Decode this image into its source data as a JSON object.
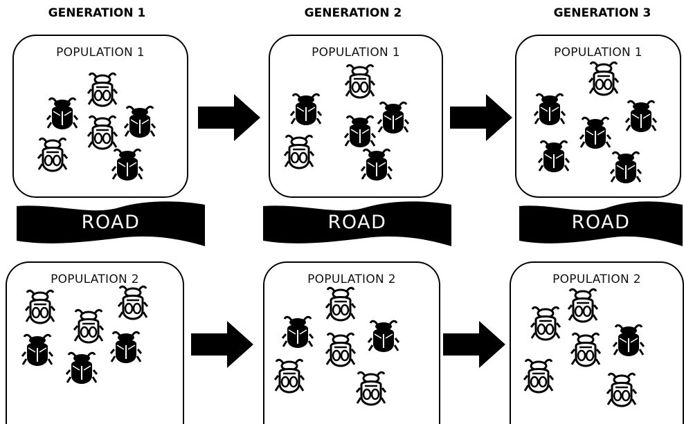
{
  "generations": [
    {
      "title": "GENERATION 1",
      "population_1": {
        "label": "POPULATION 1",
        "beetles": [
          {
            "morph": "dark"
          },
          {
            "morph": "light"
          },
          {
            "morph": "light"
          },
          {
            "morph": "dark"
          },
          {
            "morph": "light"
          },
          {
            "morph": "dark"
          }
        ]
      },
      "road": {
        "label": "ROAD"
      },
      "population_2": {
        "label": "POPULATION 2",
        "beetles": [
          {
            "morph": "light"
          },
          {
            "morph": "light"
          },
          {
            "morph": "light"
          },
          {
            "morph": "dark"
          },
          {
            "morph": "dark"
          },
          {
            "morph": "dark"
          }
        ]
      }
    },
    {
      "title": "GENERATION 2",
      "population_1": {
        "label": "POPULATION 1",
        "beetles": [
          {
            "morph": "light"
          },
          {
            "morph": "dark"
          },
          {
            "morph": "dark"
          },
          {
            "morph": "dark"
          },
          {
            "morph": "light"
          },
          {
            "morph": "dark"
          }
        ]
      },
      "road": {
        "label": "ROAD"
      },
      "population_2": {
        "label": "POPULATION 2",
        "beetles": [
          {
            "morph": "light"
          },
          {
            "morph": "dark"
          },
          {
            "morph": "light"
          },
          {
            "morph": "dark"
          },
          {
            "morph": "light"
          },
          {
            "morph": "light"
          }
        ]
      }
    },
    {
      "title": "GENERATION 3",
      "population_1": {
        "label": "POPULATION 1",
        "beetles": [
          {
            "morph": "light"
          },
          {
            "morph": "dark"
          },
          {
            "morph": "dark"
          },
          {
            "morph": "dark"
          },
          {
            "morph": "dark"
          },
          {
            "morph": "dark"
          }
        ]
      },
      "road": {
        "label": "ROAD"
      },
      "population_2": {
        "label": "POPULATION 2",
        "beetles": [
          {
            "morph": "light"
          },
          {
            "morph": "light"
          },
          {
            "morph": "light"
          },
          {
            "morph": "dark"
          },
          {
            "morph": "light"
          },
          {
            "morph": "light"
          }
        ]
      }
    }
  ],
  "colors": {
    "ink": "#000000",
    "background": "#ffffff"
  },
  "icons": {
    "dark": "dark-beetle-icon",
    "light": "light-beetle-icon",
    "arrow": "right-arrow-icon"
  }
}
